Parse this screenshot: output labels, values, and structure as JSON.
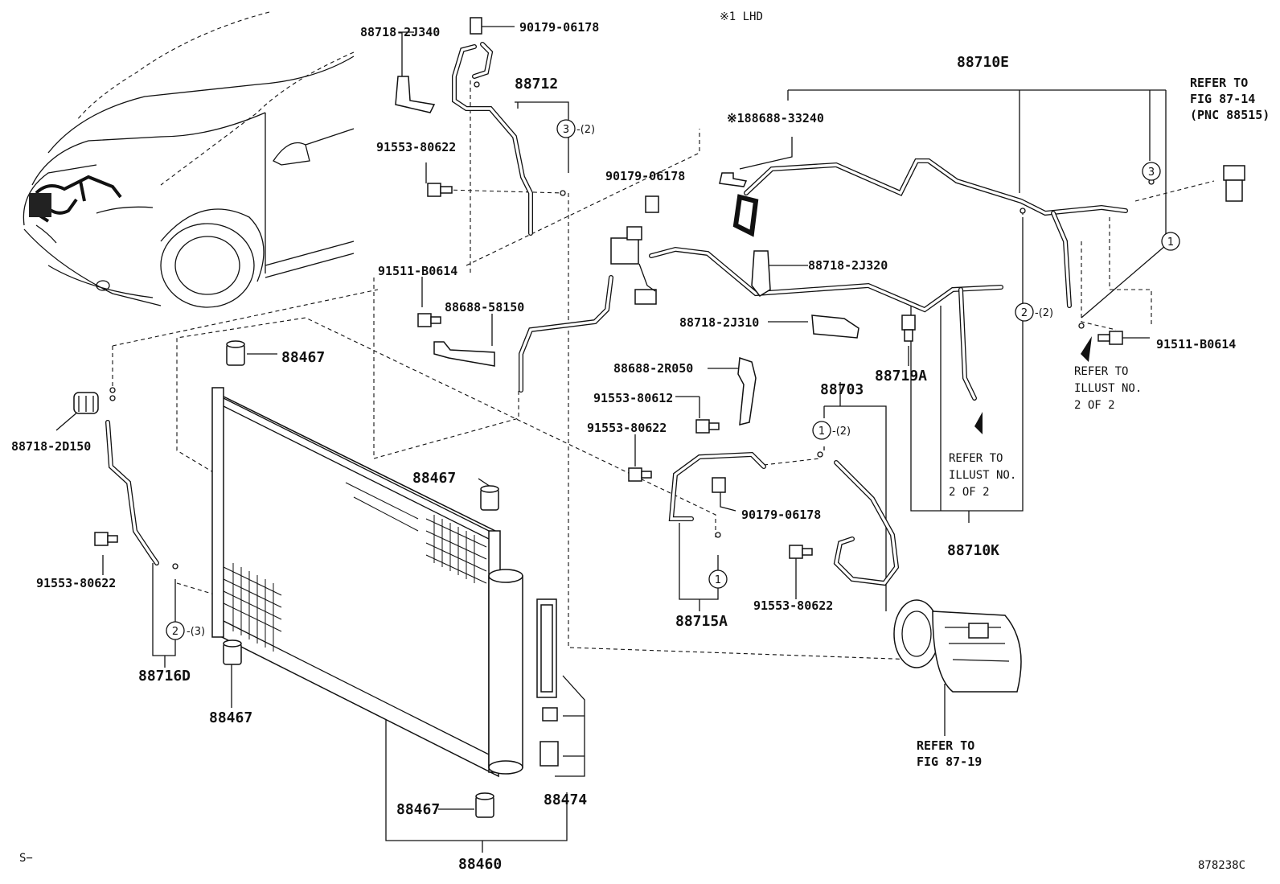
{
  "header_note": "※1 LHD",
  "footer": {
    "left": "S−",
    "right": "878238C"
  },
  "labels": {
    "p88718_2J340": "88718-2J340",
    "p90179_06178_top": "90179-06178",
    "p88712": "88712",
    "p91553_80622_a": "91553-80622",
    "p88688_33240": "※188688-33240",
    "p90179_06178_mid": "90179-06178",
    "p91511_B0614_left": "91511-B0614",
    "p88688_58150": "88688-58150",
    "p88710E": "88710E",
    "p88718_2J320": "88718-2J320",
    "p88718_2J310": "88718-2J310",
    "p88688_2R050": "88688-2R050",
    "p91553_80612": "91553-80612",
    "p91553_80622_b": "91553-80622",
    "p88703": "88703",
    "p88719A": "88719A",
    "p90179_06178_low": "90179-06178",
    "p91553_80622_c": "91553-80622",
    "p88715A": "88715A",
    "p88710K": "88710K",
    "p91511_B0614_right": "91511-B0614",
    "p88467_a": "88467",
    "p88467_b": "88467",
    "p88467_c": "88467",
    "p88467_d": "88467",
    "p88718_2D150": "88718-2D150",
    "p91553_80622_d": "91553-80622",
    "p88716D": "88716D",
    "p88474": "88474",
    "p88460": "88460"
  },
  "circle_refs": {
    "c3_top": {
      "num": "3",
      "qty": "-(2)"
    },
    "c3_right": {
      "num": "3",
      "qty": ""
    },
    "c1_right": {
      "num": "1",
      "qty": ""
    },
    "c2_mid": {
      "num": "2",
      "qty": "-(2)"
    },
    "c1_88703": {
      "num": "1",
      "qty": "-(2)"
    },
    "c1_88715": {
      "num": "1",
      "qty": ""
    },
    "c2_left": {
      "num": "2",
      "qty": "-(3)"
    }
  },
  "refer_notes": {
    "fig_87_14": {
      "l1": "REFER TO",
      "l2": "FIG 87-14",
      "l3": "(PNC 88515)"
    },
    "illust_right": {
      "l1": "REFER TO",
      "l2": "ILLUST NO.",
      "l3": "2 OF 2"
    },
    "illust_mid": {
      "l1": "REFER TO",
      "l2": "ILLUST NO.",
      "l3": "2 OF 2"
    },
    "fig_87_19": {
      "l1": "REFER TO",
      "l2": "FIG 87-19"
    }
  }
}
